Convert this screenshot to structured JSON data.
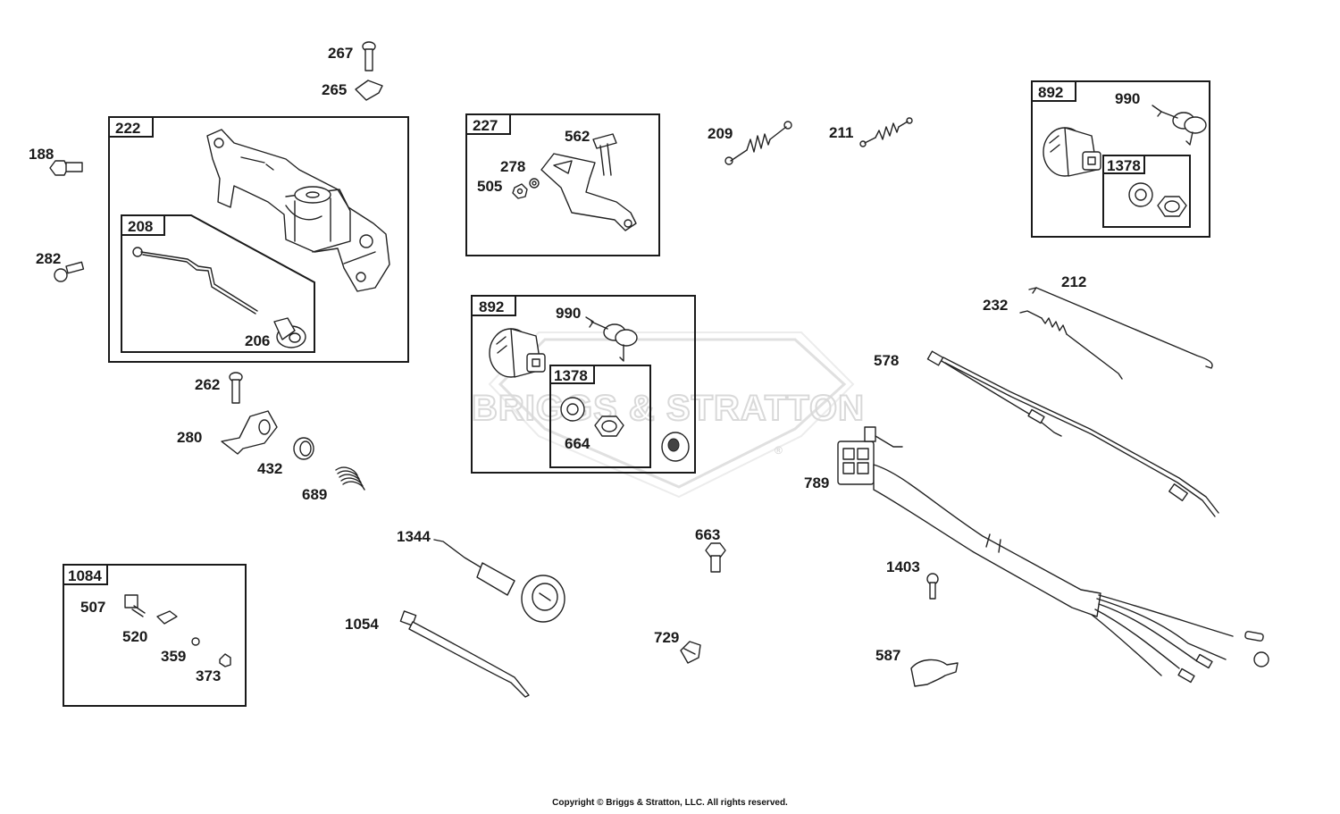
{
  "watermark": {
    "brand": "BRIGGS & STRATTON",
    "registered": "®"
  },
  "copyright": "Copyright © Briggs & Stratton, LLC. All rights reserved.",
  "boxes": {
    "b222": "222",
    "b208": "208",
    "b227": "227",
    "b892_top": "892",
    "b1378_top": "1378",
    "b892_mid": "892",
    "b1378_mid": "1378",
    "b1084": "1084"
  },
  "parts": {
    "p267": "267",
    "p265": "265",
    "p188": "188",
    "p282": "282",
    "p206": "206",
    "p262": "262",
    "p280": "280",
    "p432": "432",
    "p689": "689",
    "p562": "562",
    "p278": "278",
    "p505": "505",
    "p209": "209",
    "p211": "211",
    "p990_top": "990",
    "p990_mid": "990",
    "p664": "664",
    "p212": "212",
    "p232": "232",
    "p578": "578",
    "p789": "789",
    "p663": "663",
    "p1403": "1403",
    "p1344": "1344",
    "p1054": "1054",
    "p729": "729",
    "p587": "587",
    "p507": "507",
    "p520": "520",
    "p359": "359",
    "p373": "373"
  }
}
